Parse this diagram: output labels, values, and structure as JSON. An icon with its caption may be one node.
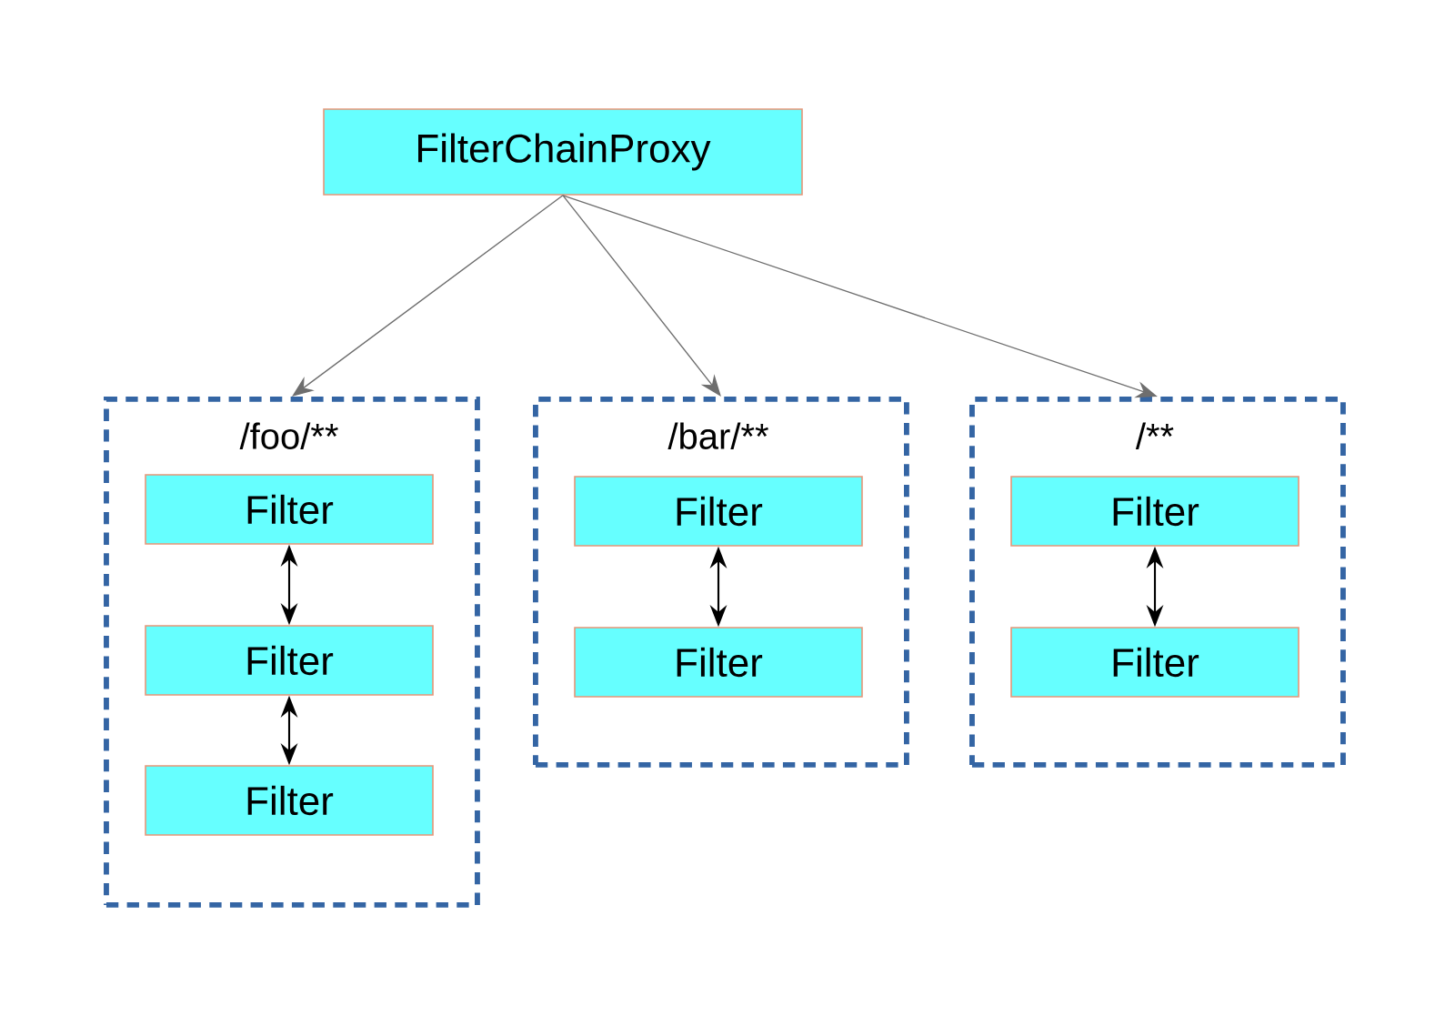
{
  "diagram": {
    "nodes": [
      {
        "text": [
          "FilterChainProxy"
        ]
      },
      {
        "text": [
          "/foo/**"
        ]
      },
      {
        "text": [
          "Filter"
        ],
        "in": 1
      },
      {
        "text": [
          "Filter"
        ],
        "in": 1
      },
      {
        "text": [
          "Filter"
        ],
        "in": 1
      },
      {
        "text": [
          "/bar/**"
        ]
      },
      {
        "text": [
          "Filter"
        ],
        "in": 5
      },
      {
        "text": [
          "Filter"
        ],
        "in": 5
      },
      {
        "text": [
          "/**"
        ]
      },
      {
        "text": [
          "Filter"
        ],
        "in": 8
      },
      {
        "text": [
          "Filter"
        ],
        "in": 8
      }
    ],
    "edges": [
      {
        "from": 0,
        "to": 1,
        "arrow": "to",
        "color": "#6e6e6e"
      },
      {
        "from": 0,
        "to": 5,
        "arrow": "to",
        "color": "#6e6e6e"
      },
      {
        "from": 0,
        "to": 8,
        "arrow": "to",
        "color": "#6e6e6e"
      },
      {
        "from": 2,
        "to": 3,
        "arrow": "both"
      },
      {
        "from": 3,
        "to": 4,
        "arrow": "both"
      },
      {
        "from": 6,
        "to": 7,
        "arrow": "both"
      },
      {
        "from": 9,
        "to": 10,
        "arrow": "both"
      }
    ]
  }
}
